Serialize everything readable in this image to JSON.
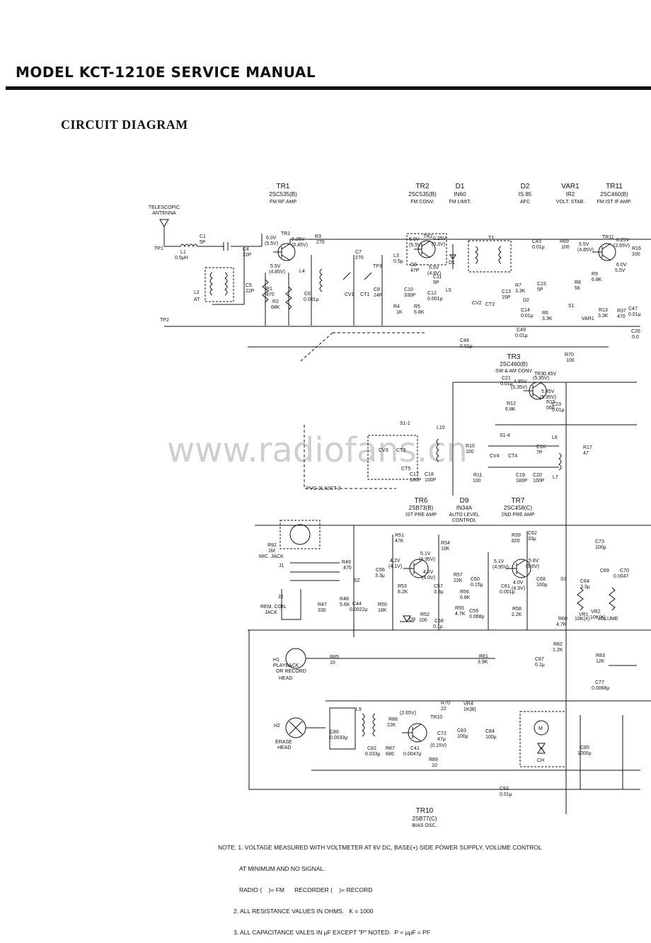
{
  "header": {
    "title": "MODEL KCT-1210E SERVICE MANUAL",
    "section": "CIRCUIT DIAGRAM"
  },
  "watermark": "www.radiofans.cn",
  "transistors_top": [
    {
      "ref": "TR1",
      "type": "2SC535(B)",
      "desc": "FM RF AMP"
    },
    {
      "ref": "TR2",
      "type": "2SC535(B)",
      "desc": "FM CONV."
    },
    {
      "ref": "D1",
      "type": "IN60",
      "desc": "FM LIMIT."
    },
    {
      "ref": "D2",
      "type": "IS 85",
      "desc": "AFC"
    },
    {
      "ref": "VAR1",
      "type": "IR2",
      "desc": "VOLT. STAB."
    },
    {
      "ref": "TR11",
      "type": "2SC460(B)",
      "desc": "FM IST IF AMP."
    }
  ],
  "tr3": {
    "ref": "TR3",
    "type": "2SC460(B)",
    "desc": "SW & AM CONV"
  },
  "transistors_mid": [
    {
      "ref": "TR6",
      "type": "2SB73(B)",
      "desc": "IST PRE AMP"
    },
    {
      "ref": "D9",
      "type": "IN34A",
      "desc": "AUTO LEVEL",
      "desc2": "CONTROL"
    },
    {
      "ref": "TR7",
      "type": "2SC458(C)",
      "desc": "2ND PRE AMP"
    }
  ],
  "tr10": {
    "ref": "TR10",
    "type": "2SB77(C)",
    "desc": "BIAS OSC."
  },
  "antenna_label": [
    "TELESCOPIC",
    "ANTENNA"
  ],
  "components": [
    {
      "t": "TP1"
    },
    {
      "t": "L1"
    },
    {
      "t": "0.5μH"
    },
    {
      "t": "C1"
    },
    {
      "t": "5P"
    },
    {
      "t": "C4"
    },
    {
      "t": "22P"
    },
    {
      "t": "C5"
    },
    {
      "t": "22P"
    },
    {
      "t": "L2"
    },
    {
      "t": "AT"
    },
    {
      "t": "6.0V"
    },
    {
      "t": "(5.5V)"
    },
    {
      "t": "TR1"
    },
    {
      "t": "0.25V"
    },
    {
      "t": "(0.45V)"
    },
    {
      "t": "R3"
    },
    {
      "t": "270"
    },
    {
      "t": "5.5V"
    },
    {
      "t": "(4.85V)"
    },
    {
      "t": "R1"
    },
    {
      "t": "470"
    },
    {
      "t": "R2"
    },
    {
      "t": "68K"
    },
    {
      "t": "C6"
    },
    {
      "t": "0.001μ"
    },
    {
      "t": "L4"
    },
    {
      "t": "C7"
    },
    {
      "t": "270"
    },
    {
      "t": "CV1"
    },
    {
      "t": "CT1"
    },
    {
      "t": "C8"
    },
    {
      "t": "24P"
    },
    {
      "t": "TP2"
    },
    {
      "t": "L3"
    },
    {
      "t": "0.5μ"
    },
    {
      "t": "TP3"
    },
    {
      "t": "6.0V"
    },
    {
      "t": "(5.5V)"
    },
    {
      "t": "TR2"
    },
    {
      "t": "0.25V"
    },
    {
      "t": "(0.3V)"
    },
    {
      "t": "5.5V"
    },
    {
      "t": "(4.8V)"
    },
    {
      "t": "C9"
    },
    {
      "t": "47P"
    },
    {
      "t": "C11"
    },
    {
      "t": "5P"
    },
    {
      "t": "C10"
    },
    {
      "t": "330P"
    },
    {
      "t": "R4"
    },
    {
      "t": "1K"
    },
    {
      "t": "R5"
    },
    {
      "t": "6.8K"
    },
    {
      "t": "C12"
    },
    {
      "t": "0.001μ"
    },
    {
      "t": "L5"
    },
    {
      "t": "CV2"
    },
    {
      "t": "CT2"
    },
    {
      "t": "D1"
    },
    {
      "t": "T1"
    },
    {
      "t": "C43"
    },
    {
      "t": "0.01μ"
    },
    {
      "t": "R69"
    },
    {
      "t": "100"
    },
    {
      "t": "5.5V"
    },
    {
      "t": "(4.85V)"
    },
    {
      "t": "TR11"
    },
    {
      "t": "0.25V"
    },
    {
      "t": "(2.65V)"
    },
    {
      "t": "R16"
    },
    {
      "t": "330"
    },
    {
      "t": "R9"
    },
    {
      "t": "6.8K"
    },
    {
      "t": "R8"
    },
    {
      "t": "56"
    },
    {
      "t": "C13"
    },
    {
      "t": "15P"
    },
    {
      "t": "R7"
    },
    {
      "t": "3.3K"
    },
    {
      "t": "C15"
    },
    {
      "t": "5P"
    },
    {
      "t": "D2"
    },
    {
      "t": "C14"
    },
    {
      "t": "0.01μ"
    },
    {
      "t": "R6"
    },
    {
      "t": "3.3K"
    },
    {
      "t": "6.0V"
    },
    {
      "t": "5.5V"
    },
    {
      "t": "S1"
    },
    {
      "t": "R13"
    },
    {
      "t": "3.3K"
    },
    {
      "t": "VAR1"
    },
    {
      "t": "R37"
    },
    {
      "t": "470"
    },
    {
      "t": "C47"
    },
    {
      "t": "0.01μ"
    },
    {
      "t": "C26"
    },
    {
      "t": "0.0"
    },
    {
      "t": "C49"
    },
    {
      "t": "0.01μ"
    },
    {
      "t": "C48"
    },
    {
      "t": "0.01μ"
    },
    {
      "t": "R70"
    },
    {
      "t": "100"
    },
    {
      "t": "C21"
    },
    {
      "t": "0.01μ"
    },
    {
      "t": "4.85V"
    },
    {
      "t": "(5.35V)"
    },
    {
      "t": "TR3"
    },
    {
      "t": "0.45V"
    },
    {
      "t": "(5.95V)"
    },
    {
      "t": "5.45V"
    },
    {
      "t": "(5.95V)"
    },
    {
      "t": "R12"
    },
    {
      "t": "6.8K"
    },
    {
      "t": "R15"
    },
    {
      "t": "560"
    },
    {
      "t": "C23"
    },
    {
      "t": "0.01μ"
    },
    {
      "t": "S1-1"
    },
    {
      "t": "L10"
    },
    {
      "t": "CV3"
    },
    {
      "t": "CT3"
    },
    {
      "t": "R10"
    },
    {
      "t": "100"
    },
    {
      "t": "S1-4"
    },
    {
      "t": "CV4"
    },
    {
      "t": "CT4"
    },
    {
      "t": "C16"
    },
    {
      "t": "7P"
    },
    {
      "t": "L6"
    },
    {
      "t": "R17"
    },
    {
      "t": "47"
    },
    {
      "t": "CT5"
    },
    {
      "t": "C17"
    },
    {
      "t": "180P"
    },
    {
      "t": "C18"
    },
    {
      "t": "100P"
    },
    {
      "t": "R11"
    },
    {
      "t": "100"
    },
    {
      "t": "C19"
    },
    {
      "t": "180P"
    },
    {
      "t": "C20"
    },
    {
      "t": "100P"
    },
    {
      "t": "L7"
    },
    {
      "t": "PVC-2LX2CT-2"
    },
    {
      "t": "R92"
    },
    {
      "t": "1M"
    },
    {
      "t": "MIC. JACK"
    },
    {
      "t": "J1"
    },
    {
      "t": "J2"
    },
    {
      "t": "REM. CON."
    },
    {
      "t": "JACK"
    },
    {
      "t": "R49"
    },
    {
      "t": "470"
    },
    {
      "t": "S2"
    },
    {
      "t": "R48"
    },
    {
      "t": "5.6K"
    },
    {
      "t": "R47"
    },
    {
      "t": "330"
    },
    {
      "t": "C44"
    },
    {
      "t": "0.0022μ"
    },
    {
      "t": "R50"
    },
    {
      "t": "18K"
    },
    {
      "t": "R51"
    },
    {
      "t": "47K"
    },
    {
      "t": "4.2V"
    },
    {
      "t": "(4.1V)"
    },
    {
      "t": "C56"
    },
    {
      "t": "3.3μ"
    },
    {
      "t": "5.1V"
    },
    {
      "t": "(4.95V)"
    },
    {
      "t": "4.2V"
    },
    {
      "t": "(4.0V)"
    },
    {
      "t": "R54"
    },
    {
      "t": "10K"
    },
    {
      "t": "R53"
    },
    {
      "t": "8.2K"
    },
    {
      "t": "C57"
    },
    {
      "t": "3.3μ"
    },
    {
      "t": "D9"
    },
    {
      "t": "R52"
    },
    {
      "t": "100"
    },
    {
      "t": "C58"
    },
    {
      "t": "0.1μ"
    },
    {
      "t": "R55"
    },
    {
      "t": "4.7K"
    },
    {
      "t": "C59"
    },
    {
      "t": "0.068μ"
    },
    {
      "t": "R57"
    },
    {
      "t": "22K"
    },
    {
      "t": "C60"
    },
    {
      "t": "0.15μ"
    },
    {
      "t": "R56"
    },
    {
      "t": "6.8K"
    },
    {
      "t": "R39"
    },
    {
      "t": "820"
    },
    {
      "t": "C62"
    },
    {
      "t": "33μ"
    },
    {
      "t": "5.1V"
    },
    {
      "t": "(4.95V)"
    },
    {
      "t": "5.8V"
    },
    {
      "t": "(5.6V)"
    },
    {
      "t": "4.0V"
    },
    {
      "t": "(4.3V)"
    },
    {
      "t": "C61"
    },
    {
      "t": "0.001μ"
    },
    {
      "t": "R58"
    },
    {
      "t": "2.2K"
    },
    {
      "t": "C68"
    },
    {
      "t": "100μ"
    },
    {
      "t": "C73"
    },
    {
      "t": "100μ"
    },
    {
      "t": "S3"
    },
    {
      "t": "C64"
    },
    {
      "t": "3.3μ"
    },
    {
      "t": "C69"
    },
    {
      "t": "C70"
    },
    {
      "t": "0.0047"
    },
    {
      "t": "VR1"
    },
    {
      "t": "10K(X)"
    },
    {
      "t": "VOLUME"
    },
    {
      "t": "VR2"
    },
    {
      "t": "10K(X)"
    },
    {
      "t": "R60"
    },
    {
      "t": "4.7K"
    },
    {
      "t": "R82"
    },
    {
      "t": "1.2K"
    },
    {
      "t": "H1"
    },
    {
      "t": "PLAYBACK"
    },
    {
      "t": "OR RECORD"
    },
    {
      "t": "HEAD"
    },
    {
      "t": "R85"
    },
    {
      "t": "10"
    },
    {
      "t": "R81"
    },
    {
      "t": "3.9K"
    },
    {
      "t": "C87"
    },
    {
      "t": "0.1μ"
    },
    {
      "t": "R83"
    },
    {
      "t": "12K"
    },
    {
      "t": "C77"
    },
    {
      "t": "0.0068μ"
    },
    {
      "t": "H2"
    },
    {
      "t": "ERASE"
    },
    {
      "t": "HEAD"
    },
    {
      "t": "L9"
    },
    {
      "t": "(2.65V)"
    },
    {
      "t": "R88"
    },
    {
      "t": "22K"
    },
    {
      "t": "TR10"
    },
    {
      "t": "R70"
    },
    {
      "t": "22"
    },
    {
      "t": "VR4"
    },
    {
      "t": "1K(B)"
    },
    {
      "t": "C80"
    },
    {
      "t": "0.0033μ"
    },
    {
      "t": "C82"
    },
    {
      "t": "0.033μ"
    },
    {
      "t": "R87"
    },
    {
      "t": "680"
    },
    {
      "t": "C41"
    },
    {
      "t": "0.0047μ"
    },
    {
      "t": "C72"
    },
    {
      "t": "47μ"
    },
    {
      "t": "(0.15V)"
    },
    {
      "t": "C83"
    },
    {
      "t": "100μ"
    },
    {
      "t": "C84"
    },
    {
      "t": "100μ"
    },
    {
      "t": "R89"
    },
    {
      "t": "10"
    },
    {
      "t": "M"
    },
    {
      "t": "CH"
    },
    {
      "t": "C85"
    },
    {
      "t": "1000μ"
    },
    {
      "t": "C93"
    },
    {
      "t": "0.01μ"
    }
  ],
  "notes": [
    "NOTE: 1. VOLTAGE MEASURED WITH VOLTMETER AT 6V DC, BASE(+) SIDE POWER SUPPLY, VOLUME CONTROL",
    "AT MINIMUM AND NO SIGNAL.",
    "RADIO (    )= FM      RECORDER (    )= RECORD",
    "2. ALL RESISTANCE VALUES IN OHMS.   K = 1000",
    "3. ALL CAPACITANCE VALES IN μF EXCEPT \"P\" NOTED.  P = μμF = PF"
  ]
}
